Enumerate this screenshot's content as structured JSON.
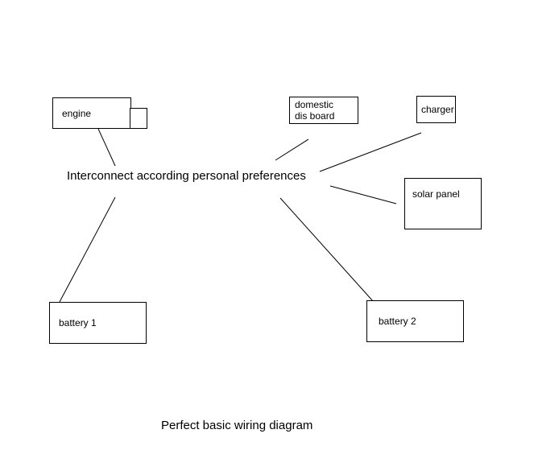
{
  "central_text": "Interconnect according personal preferences",
  "title": "Perfect basic wiring diagram",
  "nodes": {
    "engine": {
      "label": "engine"
    },
    "domestic_dis_board": {
      "label_line1": "domestic",
      "label_line2": "dis board"
    },
    "charger": {
      "label": "charger"
    },
    "solar_panel": {
      "label": "solar panel"
    },
    "battery1": {
      "label": "battery 1"
    },
    "battery2": {
      "label": "battery 2"
    }
  },
  "connections": [
    {
      "from": "engine",
      "to": "central_text"
    },
    {
      "from": "central_text",
      "to": "battery1"
    },
    {
      "from": "central_text",
      "to": "domestic_dis_board"
    },
    {
      "from": "central_text",
      "to": "charger"
    },
    {
      "from": "central_text",
      "to": "solar_panel"
    },
    {
      "from": "central_text",
      "to": "battery2"
    }
  ],
  "colors": {
    "background": "#ffffff",
    "line": "#000000",
    "text": "#000000",
    "border": "#000000"
  }
}
